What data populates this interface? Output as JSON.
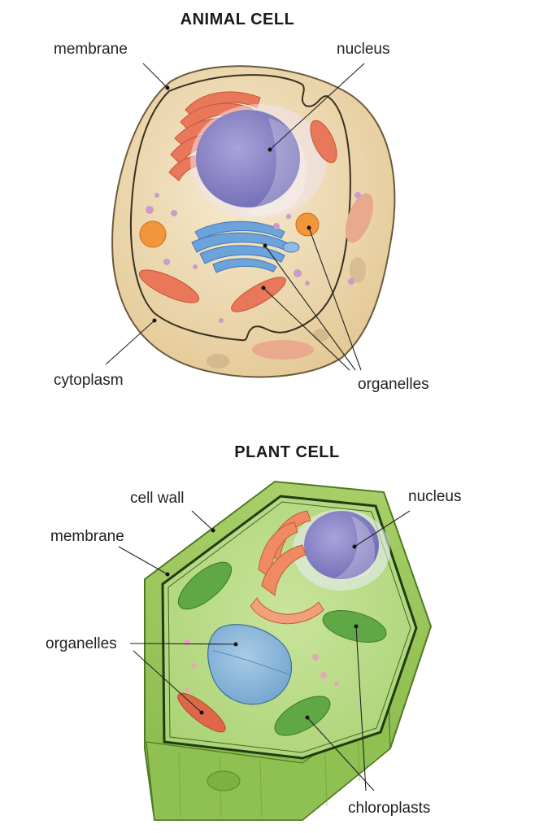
{
  "animal": {
    "title": "ANIMAL CELL",
    "labels": {
      "membrane": "membrane",
      "nucleus": "nucleus",
      "cytoplasm": "cytoplasm",
      "organelles": "organelles"
    }
  },
  "plant": {
    "title": "PLANT CELL",
    "labels": {
      "cell_wall": "cell wall",
      "membrane": "membrane",
      "nucleus": "nucleus",
      "organelles": "organelles",
      "chloroplasts": "chloroplasts"
    }
  },
  "colors": {
    "animal_cytoplasm": "#efdcb5",
    "animal_outer": "#e6cfa0",
    "nucleus": "#8d86c6",
    "mitochondria": "#e9775a",
    "golgi": "#6da3db",
    "vesicle": "#f2963b",
    "plant_wall": "#a9d16b",
    "plant_cytoplasm": "#b9dc8a",
    "chloroplast": "#5fa845",
    "vacuole": "#7fb1d8"
  }
}
